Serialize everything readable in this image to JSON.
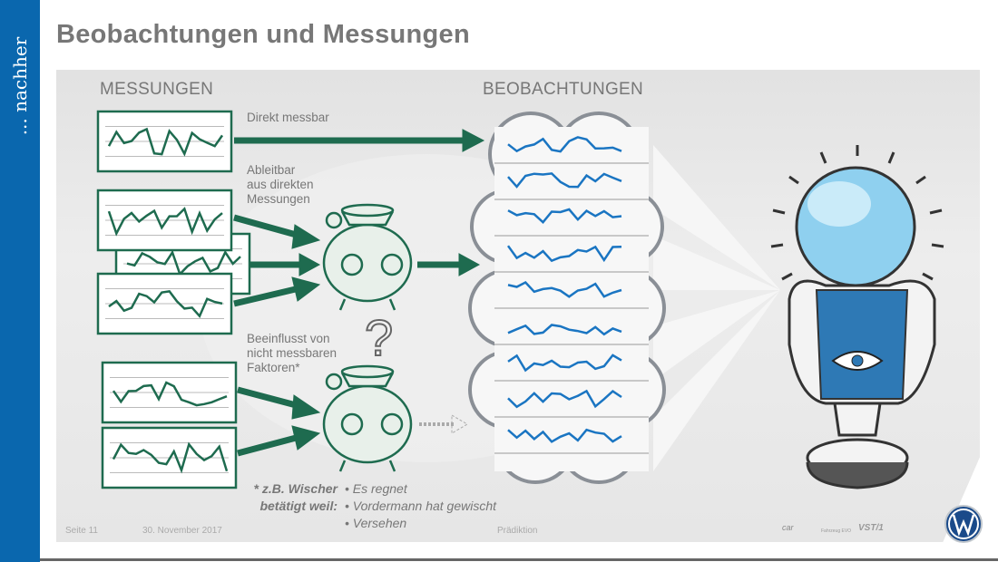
{
  "sidebar": {
    "label": "... nachher"
  },
  "title": "Beobachtungen und Messungen",
  "headers": {
    "left": "MESSUNGEN",
    "right": "BEOBACHTUNGEN"
  },
  "labels": {
    "direct": "Direkt messbar",
    "derived": [
      "Ableitbar",
      "aus direkten",
      "Messungen"
    ],
    "influenced": [
      "Beeinflusst von",
      "nicht messbaren",
      "Faktoren*"
    ]
  },
  "footnote": {
    "lead1": "* z.B. Wischer",
    "lead2": "betätigt weil:",
    "bullets": [
      "• Es regnet",
      "• Vordermann hat gewischt",
      "• Versehen"
    ]
  },
  "footer": {
    "page": "Seite 11",
    "date": "30. November 2017",
    "topic": "Prädiktion",
    "logos": [
      "car",
      "Fahrzeug EVO",
      "VST/1"
    ]
  },
  "colors": {
    "sidebar": "#0a67ae",
    "green": "#1e6b4f",
    "blue": "#1a75c2",
    "gray": "#777777"
  }
}
